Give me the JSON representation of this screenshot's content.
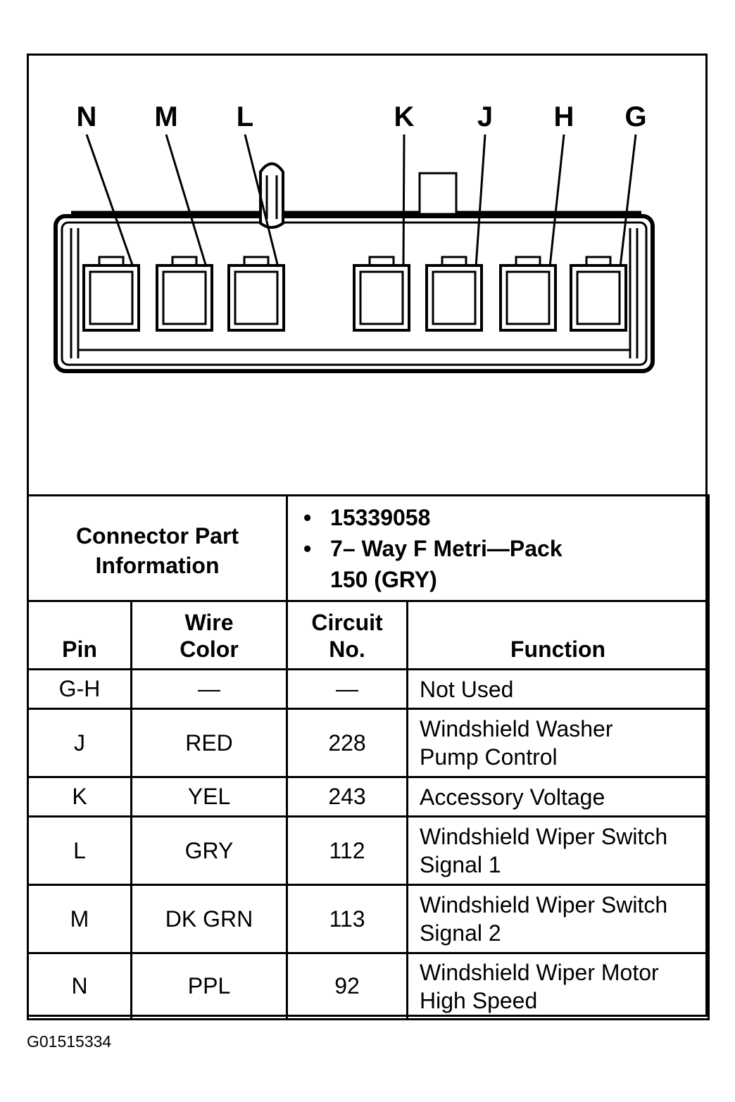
{
  "diagram": {
    "pin_labels": [
      "N",
      "M",
      "L",
      "K",
      "J",
      "H",
      "G"
    ]
  },
  "connector_info": {
    "label_line1": "Connector Part",
    "label_line2": "Information",
    "part_number": "15339058",
    "description_line1": "7– Way F Metri—Pack",
    "description_line2": "150 (GRY)",
    "bullet": "•"
  },
  "table": {
    "headers": {
      "pin": "Pin",
      "wire_color_line1": "Wire",
      "wire_color_line2": "Color",
      "circuit_line1": "Circuit",
      "circuit_line2": "No.",
      "function": "Function"
    },
    "rows": [
      {
        "pin": "G-H",
        "wire_color": "—",
        "circuit": "—",
        "function_line1": "Not Used",
        "function_line2": ""
      },
      {
        "pin": "J",
        "wire_color": "RED",
        "circuit": "228",
        "function_line1": "Windshield Washer",
        "function_line2": "Pump Control"
      },
      {
        "pin": "K",
        "wire_color": "YEL",
        "circuit": "243",
        "function_line1": "Accessory Voltage",
        "function_line2": ""
      },
      {
        "pin": "L",
        "wire_color": "GRY",
        "circuit": "112",
        "function_line1": "Windshield Wiper Switch",
        "function_line2": "Signal 1"
      },
      {
        "pin": "M",
        "wire_color": "DK GRN",
        "circuit": "113",
        "function_line1": "Windshield Wiper Switch",
        "function_line2": "Signal 2"
      },
      {
        "pin": "N",
        "wire_color": "PPL",
        "circuit": "92",
        "function_line1": "Windshield Wiper Motor",
        "function_line2": "High Speed"
      }
    ]
  },
  "figure_id": "G01515334"
}
